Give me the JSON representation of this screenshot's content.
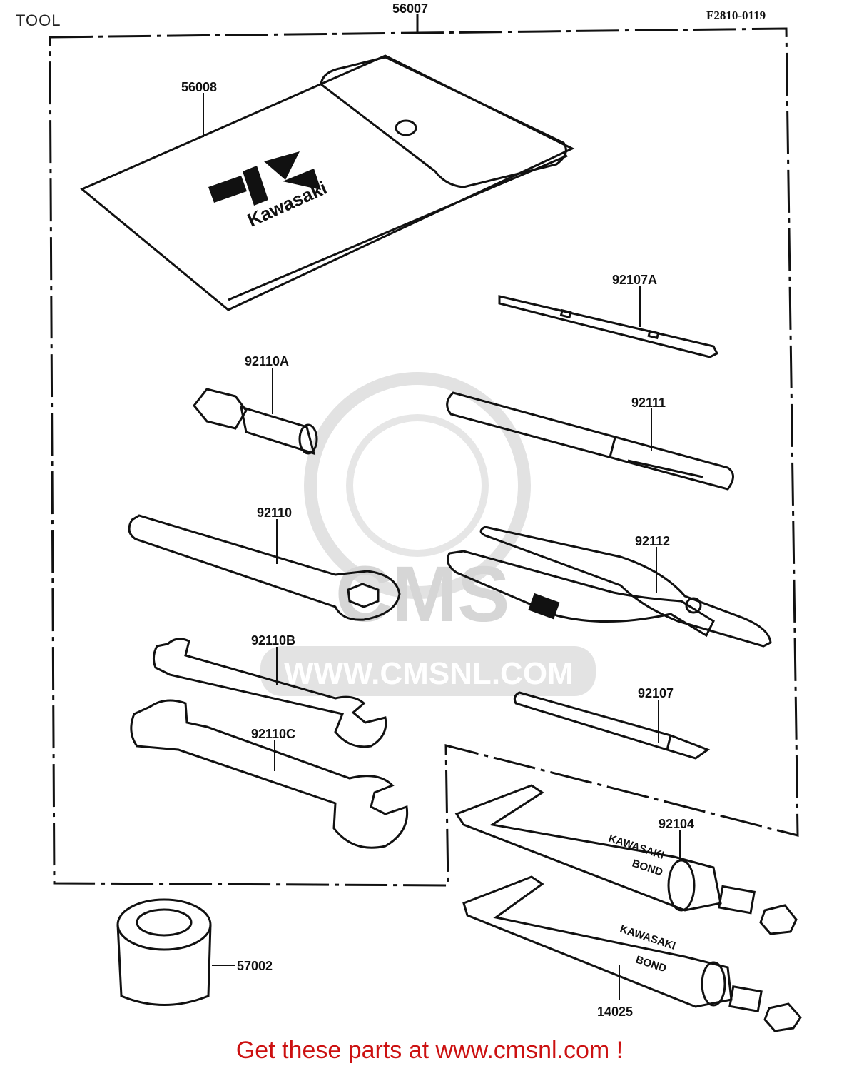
{
  "header": {
    "title": "TOOL",
    "diagram_code": "F2810-0119"
  },
  "kit_label": "56007",
  "logo": {
    "brand_text": "Kawasaki"
  },
  "tubes": {
    "tube1_line1": "KAWASAKI",
    "tube1_line2": "BOND",
    "tube2_line1": "KAWASAKI",
    "tube2_line2": "BOND"
  },
  "parts": [
    {
      "number": "56008",
      "name": "tool-bag"
    },
    {
      "number": "92107A",
      "name": "screwdriver-blade"
    },
    {
      "number": "92110A",
      "name": "spark-plug-adapter"
    },
    {
      "number": "92111",
      "name": "handle-bar"
    },
    {
      "number": "92110",
      "name": "box-wrench"
    },
    {
      "number": "92112",
      "name": "pliers"
    },
    {
      "number": "92110B",
      "name": "open-wrench-small"
    },
    {
      "number": "92110C",
      "name": "open-wrench-large"
    },
    {
      "number": "92107",
      "name": "phillips-screwdriver"
    },
    {
      "number": "92104",
      "name": "bond-tube-a"
    },
    {
      "number": "57002",
      "name": "cylinder-can"
    },
    {
      "number": "14025",
      "name": "bond-tube-b"
    }
  ],
  "watermark": {
    "brand": "CMS",
    "site": "WWW.CMSNL.COM"
  },
  "footer": {
    "text": "Get these parts at www.cmsnl.com !"
  }
}
